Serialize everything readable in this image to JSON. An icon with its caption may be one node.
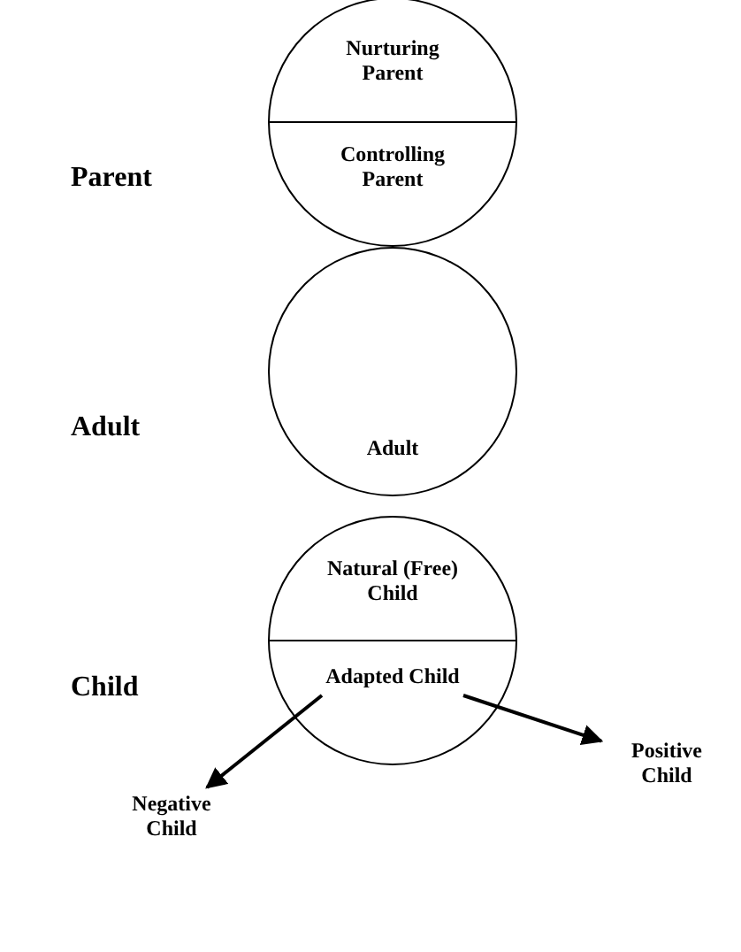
{
  "diagram": {
    "nodes": [
      {
        "text": [
          "Nurturing Parent"
        ]
      },
      {
        "text": [
          "Controlling Parent"
        ]
      },
      {
        "text": [
          "Adult"
        ]
      },
      {
        "text": [
          "Natural (Free) Child"
        ]
      },
      {
        "text": [
          "Adapted Child"
        ]
      },
      {
        "text": [
          "Negative Child"
        ]
      },
      {
        "text": [
          "Positive Child"
        ]
      }
    ],
    "edges": [
      {
        "from": 4,
        "to": 5,
        "arrow": "to"
      },
      {
        "from": 4,
        "to": 6,
        "arrow": "to"
      }
    ],
    "labels": [
      "Parent",
      "Adult",
      "Child"
    ]
  }
}
